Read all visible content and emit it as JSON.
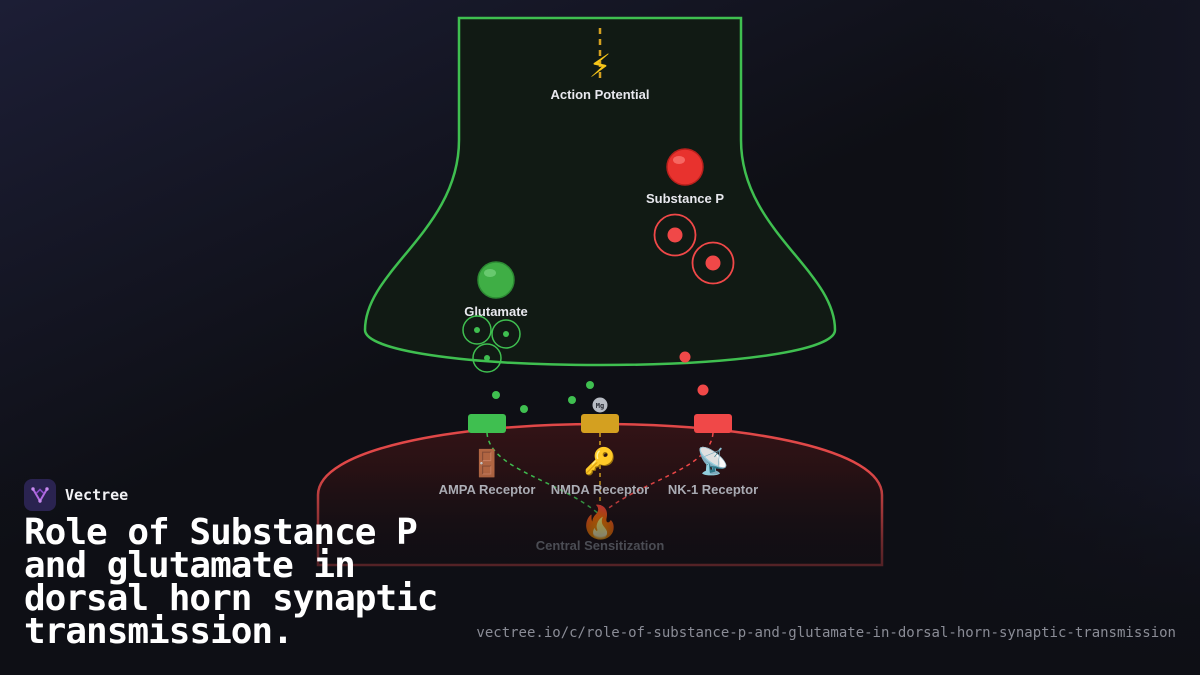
{
  "diagram": {
    "labels": {
      "action_potential": "Action Potential",
      "substance_p": "Substance P",
      "glutamate": "Glutamate",
      "ampa": "AMPA Receptor",
      "nmda": "NMDA Receptor",
      "nk1": "NK-1 Receptor",
      "central_sensitization": "Central Sensitization",
      "mg_block": "Mg"
    },
    "icons": {
      "action_potential": "lightning-bolt",
      "substance_p": "red-circle",
      "glutamate": "green-circle",
      "ampa": "door",
      "nmda": "key",
      "nk1": "satellite-antenna",
      "central_sensitization": "fire"
    },
    "colors": {
      "glutamate": "#3fbf50",
      "substance_p": "#f04848",
      "nmda": "#d4a020",
      "presynaptic_outline": "#3fbf50",
      "postsynaptic_outline": "#e04848"
    }
  },
  "brand": {
    "name": "Vectree"
  },
  "title": "Role of Substance P and glutamate in dorsal horn synaptic transmission.",
  "url": "vectree.io/c/role-of-substance-p-and-glutamate-in-dorsal-horn-synaptic-transmission"
}
